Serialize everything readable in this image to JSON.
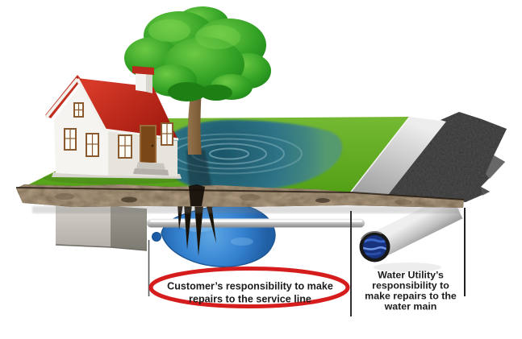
{
  "diagram": {
    "title_none": "",
    "annotations": {
      "customer": {
        "line1": "Customer’s responsibility to make",
        "line2": "repairs to the service line"
      },
      "utility": {
        "line1": "Water Utility’s",
        "line2": "responsibility to",
        "line3": "make repairs to the",
        "line4": "water main"
      }
    },
    "colors": {
      "annotation_red": "#d51d1d",
      "label_text": "#1c1c1c",
      "lawn_green": "#5fae25",
      "roof_red": "#c42a1c",
      "leak_blue": "#2f7fd0",
      "flood_teal": "#2e6f80",
      "soil_brown": "#463626",
      "asphalt_black": "#141414",
      "sidewalk_gray": "#cfcfcf",
      "pipe_silver": "#c0c0c0",
      "water_main_blue": "#17327f"
    }
  }
}
